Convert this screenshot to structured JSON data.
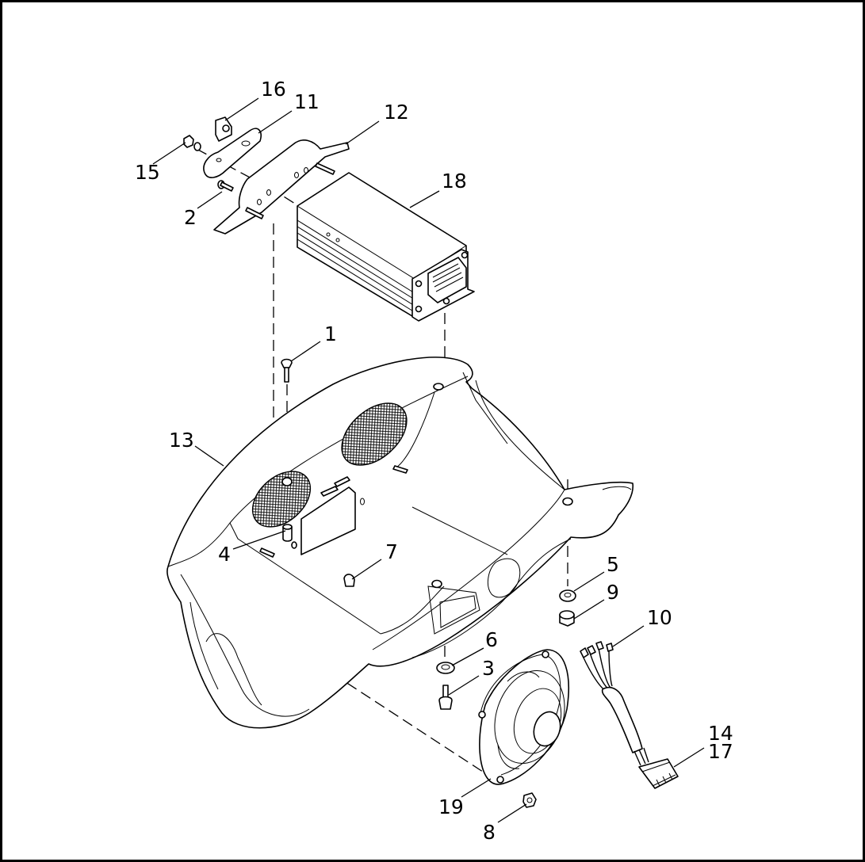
{
  "callouts": [
    {
      "id": "c16",
      "label": "16"
    },
    {
      "id": "c11",
      "label": "11"
    },
    {
      "id": "c12",
      "label": "12"
    },
    {
      "id": "c15",
      "label": "15"
    },
    {
      "id": "c18",
      "label": "18"
    },
    {
      "id": "c2",
      "label": "2"
    },
    {
      "id": "c1",
      "label": "1"
    },
    {
      "id": "c13",
      "label": "13"
    },
    {
      "id": "c4",
      "label": "4"
    },
    {
      "id": "c7",
      "label": "7"
    },
    {
      "id": "c5",
      "label": "5"
    },
    {
      "id": "c9",
      "label": "9"
    },
    {
      "id": "c10",
      "label": "10"
    },
    {
      "id": "c6",
      "label": "6"
    },
    {
      "id": "c3",
      "label": "3"
    },
    {
      "id": "c14",
      "label": "14"
    },
    {
      "id": "c17",
      "label": "17"
    },
    {
      "id": "c19",
      "label": "19"
    },
    {
      "id": "c8",
      "label": "8"
    }
  ]
}
